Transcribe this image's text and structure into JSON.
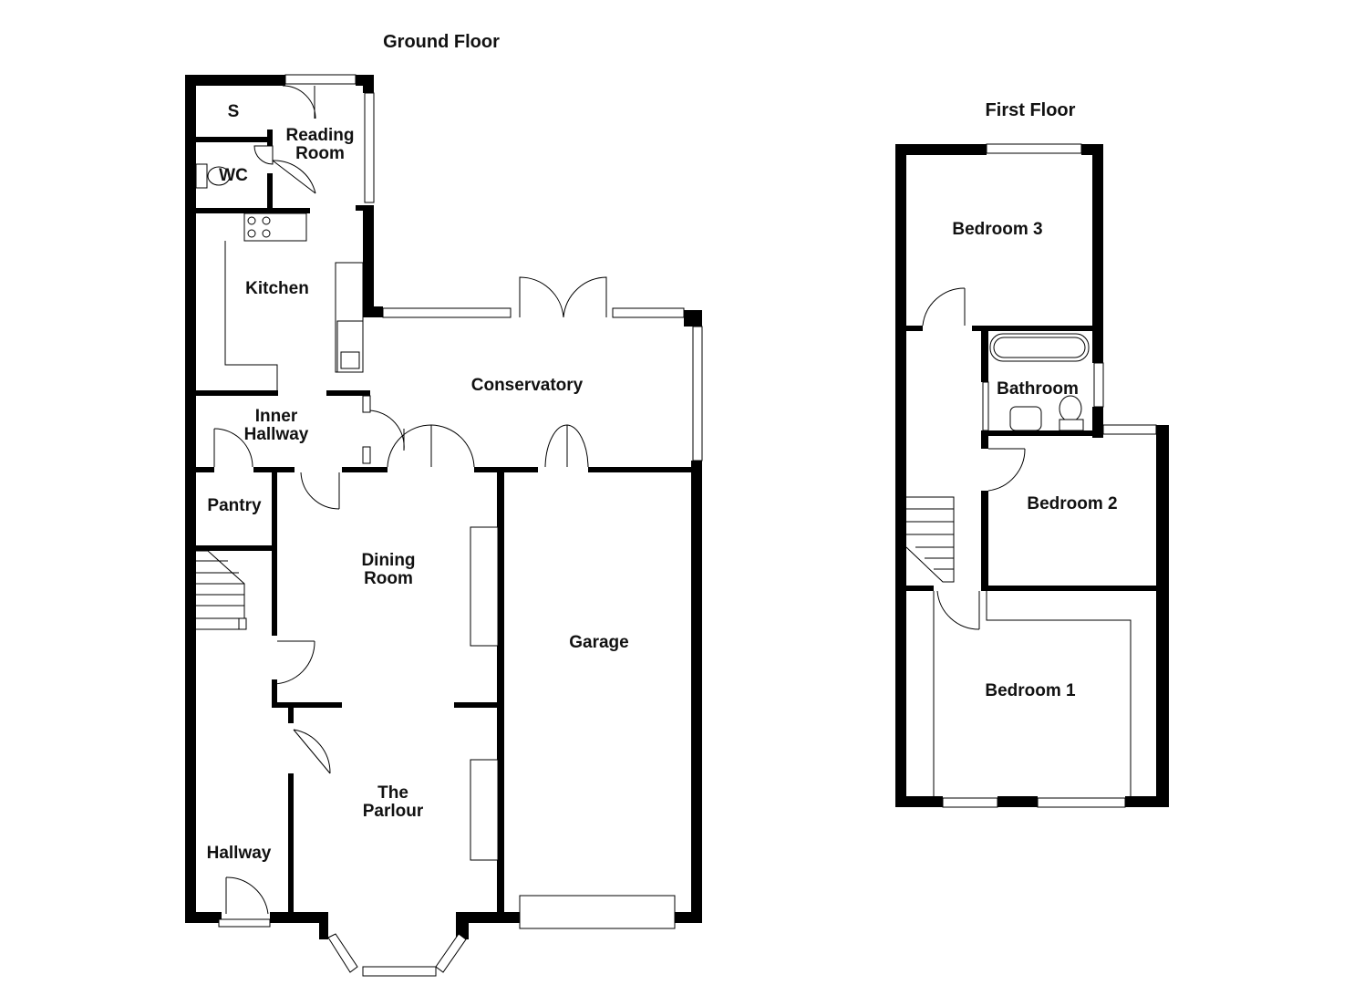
{
  "floors": {
    "ground": {
      "title": "Ground Floor",
      "rooms": {
        "store": "S",
        "reading_room": [
          "Reading",
          "Room"
        ],
        "wc": "WC",
        "kitchen": "Kitchen",
        "conservatory": "Conservatory",
        "inner_hallway": [
          "Inner",
          "Hallway"
        ],
        "pantry": "Pantry",
        "dining_room": [
          "Dining",
          "Room"
        ],
        "garage": "Garage",
        "parlour": [
          "The",
          "Parlour"
        ],
        "hallway": "Hallway"
      }
    },
    "first": {
      "title": "First Floor",
      "rooms": {
        "bedroom3": "Bedroom 3",
        "bathroom": "Bathroom",
        "bedroom2": "Bedroom 2",
        "bedroom1": "Bedroom 1"
      }
    }
  },
  "colors": {
    "wall": "#000000",
    "background": "#ffffff",
    "text": "#111111"
  }
}
